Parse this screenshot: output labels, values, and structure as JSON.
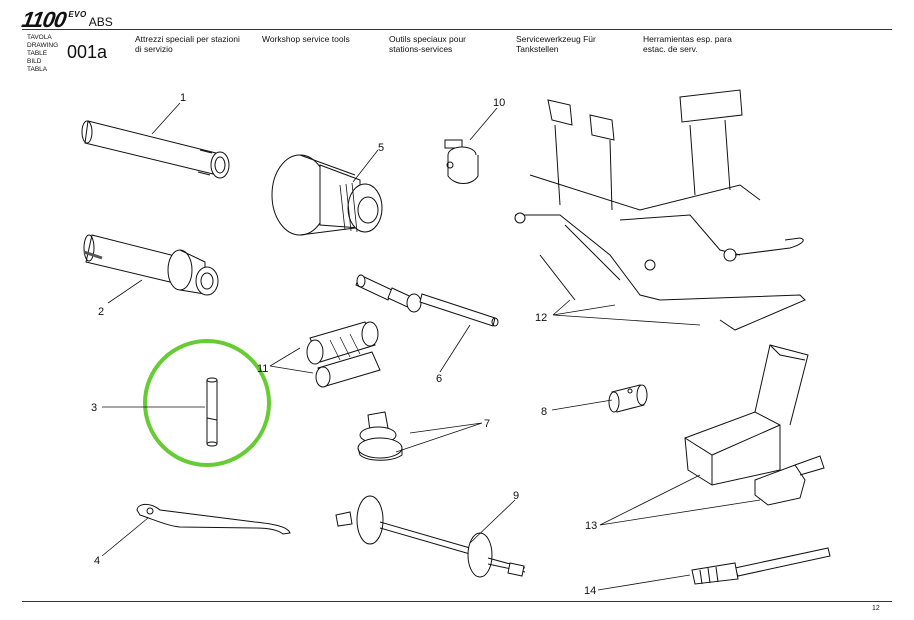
{
  "header": {
    "logo": "1100",
    "logo_sup": "EVO",
    "abs": "ABS",
    "table_labels": [
      "TAVOLA",
      "DRAWING",
      "TABLE",
      "BILD",
      "TABLA"
    ],
    "table_code": "001a",
    "titles": [
      {
        "line1": "Attrezzi speciali per stazioni",
        "line2": "di servizio"
      },
      {
        "line1": "Workshop service tools",
        "line2": ""
      },
      {
        "line1": "Outils speciaux pour",
        "line2": "stations-services"
      },
      {
        "line1": "Servicewerkzeug Für",
        "line2": "Tankstellen"
      },
      {
        "line1": "Herramientas esp. para",
        "line2": "estac. de serv."
      }
    ]
  },
  "callouts": {
    "c1": "1",
    "c2": "2",
    "c3": "3",
    "c4": "4",
    "c5": "5",
    "c6": "6",
    "c7": "7",
    "c8": "8",
    "c9": "9",
    "c10": "10",
    "c11": "11",
    "c12": "12",
    "c13": "13",
    "c14": "14"
  },
  "footer": {
    "page": "12"
  },
  "colors": {
    "highlight": "#66cc33",
    "line": "#111111"
  }
}
